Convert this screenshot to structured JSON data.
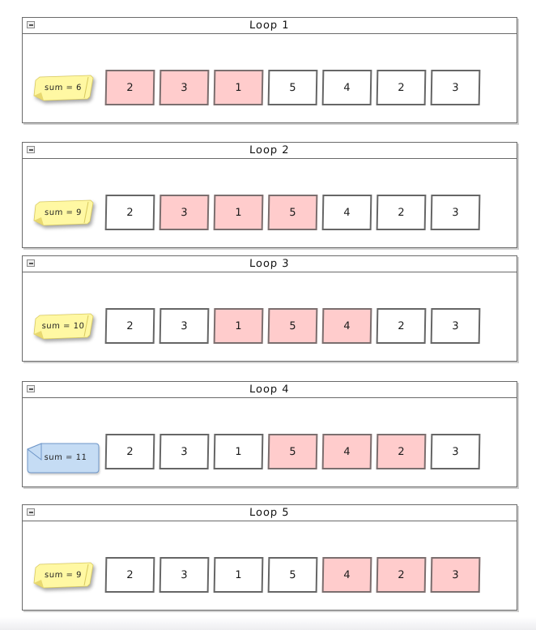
{
  "colors": {
    "panel_border": "#6a6a6a",
    "cell_border": "#666666",
    "cell_fill": "#ffffff",
    "highlight_fill": "#ffcccc",
    "yellow_note_fill": "#fff8a3",
    "yellow_note_fold": "#e8d86f",
    "yellow_note_edge": "#d8c95e",
    "blue_note_fill": "#c5dcf4",
    "blue_note_border": "#6e96c8",
    "text": "#1a1a1a"
  },
  "array_values": [
    "2",
    "3",
    "1",
    "5",
    "4",
    "2",
    "3"
  ],
  "panels": [
    {
      "title": "Loop 1",
      "note": {
        "text": "sum = 6",
        "style": "yellow"
      },
      "highlight": [
        0,
        1,
        2
      ]
    },
    {
      "title": "Loop 2",
      "note": {
        "text": "sum = 9",
        "style": "yellow"
      },
      "highlight": [
        1,
        2,
        3
      ]
    },
    {
      "title": "Loop 3",
      "note": {
        "text": "sum = 10",
        "style": "yellow"
      },
      "highlight": [
        2,
        3,
        4
      ]
    },
    {
      "title": "Loop 4",
      "note": {
        "text": "sum = 11",
        "style": "blue"
      },
      "highlight": [
        3,
        4,
        5
      ]
    },
    {
      "title": "Loop 5",
      "note": {
        "text": "sum = 9",
        "style": "yellow"
      },
      "highlight": [
        4,
        5,
        6
      ]
    }
  ]
}
